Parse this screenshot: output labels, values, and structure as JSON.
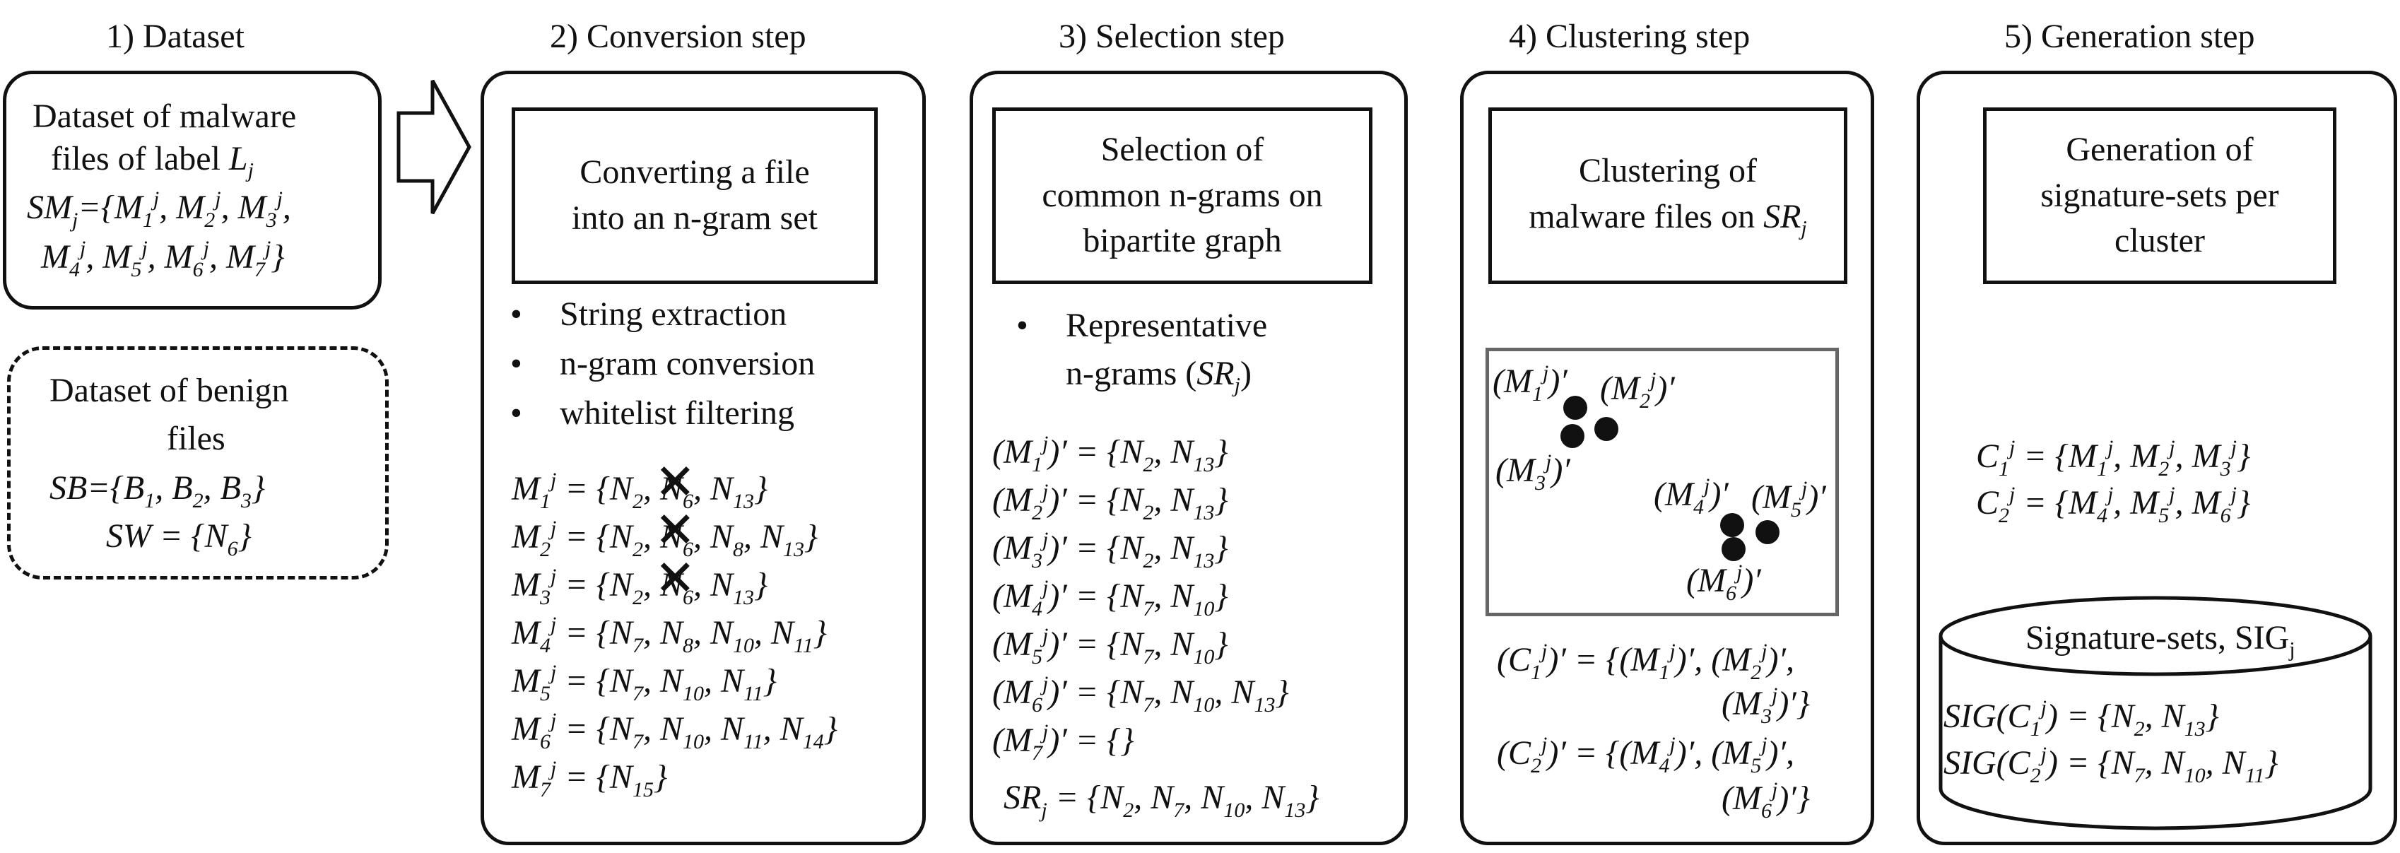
{
  "steps": {
    "s1": "1) Dataset",
    "s2": "2) Conversion step",
    "s3": "3) Selection step",
    "s4": "4) Clustering step",
    "s5": "5) Generation step"
  },
  "dataset": {
    "malware_line1": "Dataset of malware",
    "malware_line2": "files of label",
    "label": "L",
    "label_sub": "j",
    "benign_line1": "Dataset of benign",
    "benign_line2": "files",
    "sb": "SB={B",
    "sw": "SW = {N"
  },
  "conversion": {
    "box_line1": "Converting a file",
    "box_line2": "into an n-gram set",
    "bullets": [
      "String extraction",
      "n-gram conversion",
      "whitelist filtering"
    ]
  },
  "selection": {
    "box_line1": "Selection of",
    "box_line2": "common n-grams on",
    "box_line3": "bipartite graph",
    "bullet_line1": "Representative",
    "bullet_line2": "n-grams ("
  },
  "clustering": {
    "box_line1": "Clustering of",
    "box_line2": "malware files on"
  },
  "generation": {
    "box_line1": "Generation of",
    "box_line2": "signature-sets per",
    "box_line3": "cluster",
    "db_label": "Signature-sets, SIG"
  }
}
